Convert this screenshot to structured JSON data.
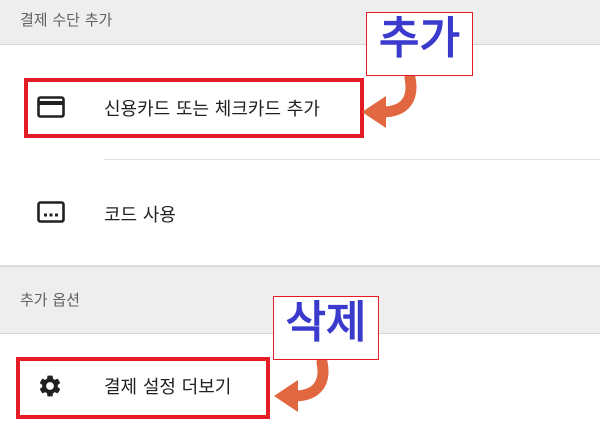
{
  "sections": {
    "payment_methods": {
      "header": "결제 수단 추가"
    },
    "more_options": {
      "header": "추가 옵션"
    }
  },
  "items": {
    "add_card": {
      "label": "신용카드 또는 체크카드 추가",
      "icon": "credit-card-icon"
    },
    "redeem_code": {
      "label": "코드 사용",
      "icon": "code-redeem-icon"
    },
    "more_settings": {
      "label": "결제 설정 더보기",
      "icon": "gear-icon"
    }
  },
  "annotations": {
    "add": {
      "text": "추가"
    },
    "delete": {
      "text": "삭제"
    }
  },
  "colors": {
    "highlight": "#e31c25",
    "callout_text": "#3a3acd",
    "arrow": "#e0673f",
    "header_bg": "#eeeeee"
  }
}
